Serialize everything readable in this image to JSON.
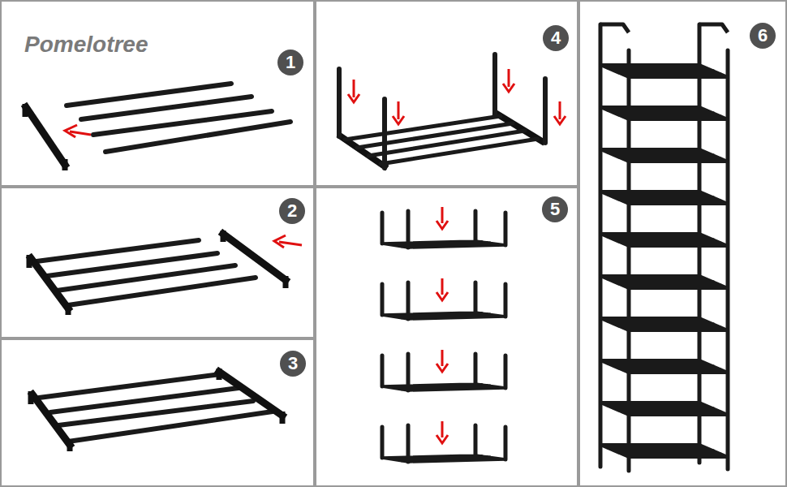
{
  "diagram": {
    "nodes": [
      {
        "text": [
          "1"
        ]
      },
      {
        "text": [
          "2"
        ]
      },
      {
        "text": [
          "3"
        ]
      },
      {
        "text": [
          "4"
        ]
      },
      {
        "text": [
          "5"
        ]
      },
      {
        "text": [
          "6"
        ]
      }
    ],
    "labels": [
      "Pomelotree"
    ]
  }
}
